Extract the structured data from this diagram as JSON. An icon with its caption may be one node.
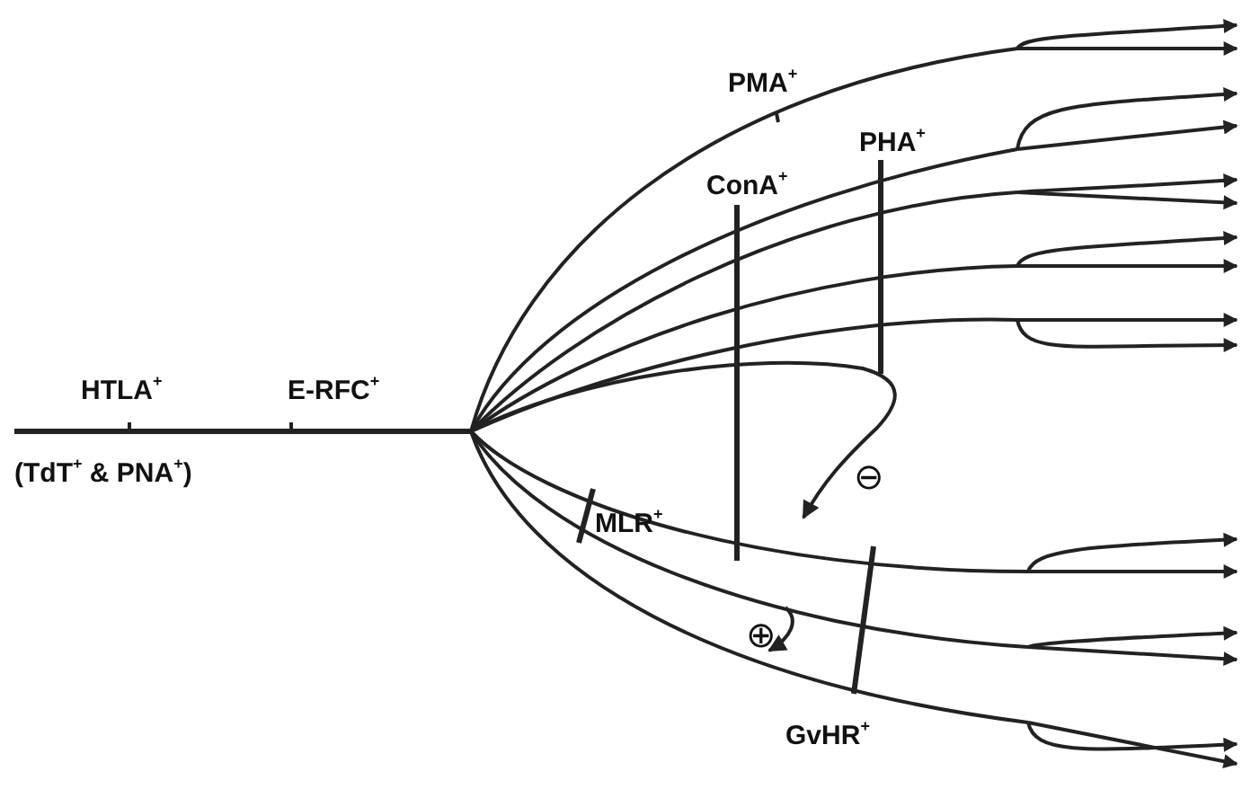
{
  "diagram": {
    "labels": [
      "PMA$^{+}$",
      "PHA$^{+}$",
      "ConA$^{+}$",
      "HTLA$^{+}$",
      "E-RFC$^{+}$",
      "(TdT$^{+}$ & PNA$^{+}$)",
      "⊖",
      "MLR$^{+}$",
      "⊕",
      "GvHR$^{+}$"
    ]
  }
}
